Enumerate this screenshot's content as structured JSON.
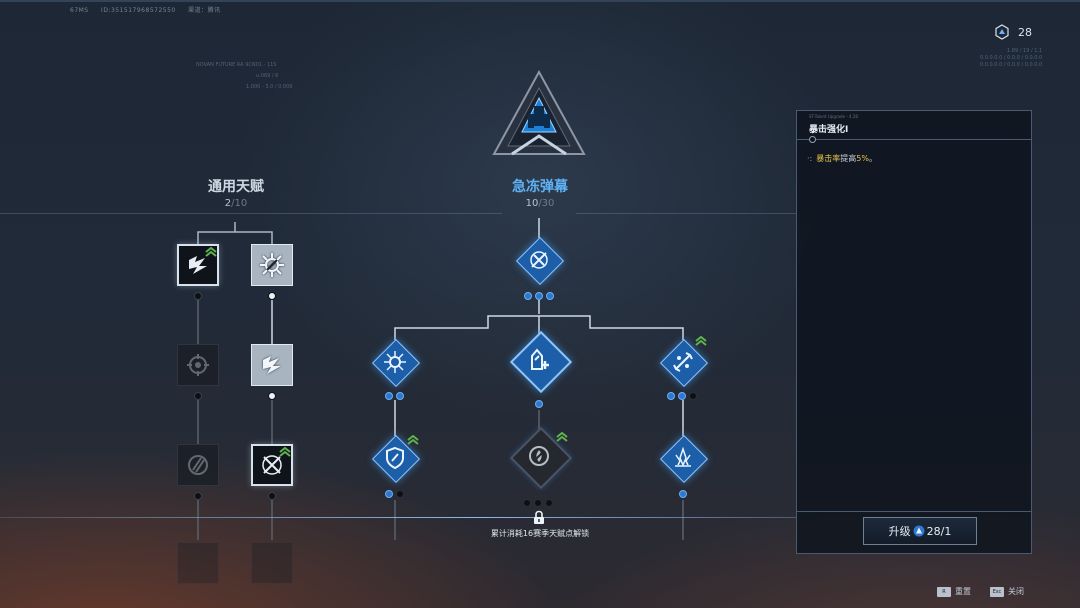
{
  "header": {
    "fps": "67MS",
    "player_id": "ID:351517968572550",
    "server": "渠道：腾讯"
  },
  "currency": {
    "icon": "talent-point-icon",
    "value": "28"
  },
  "branches": [
    {
      "title": "通用天赋",
      "current": "2",
      "total": "/10"
    },
    {
      "title": "急冻弹幕",
      "current": "10",
      "total": "/30"
    }
  ],
  "deco": {
    "left_a": "NOVAN FUTURE RA 9CN01 - 11S",
    "left_b": "u.069 / 6",
    "left_c": "1.000 - 3.0 / 0.009",
    "right_a": "1.89 / 19 / 1.1",
    "right_b": "0.0.0.0.0 / 0.0.0 / 0.0.0.0"
  },
  "unlock_hint": "累计消耗16赛季天赋点解锁",
  "detail_panel": {
    "tag": "ST-Talent Upgrade - 4.28",
    "title": "暴击强化I",
    "desc_prefix": "·:",
    "desc_pre": "",
    "desc_hl1": "暴击率",
    "desc_mid": "提高",
    "desc_hl2": "5%",
    "desc_post": "。",
    "upgrade_label": "升级",
    "upgrade_cost": "28/1"
  },
  "footer": {
    "reset_key": "R",
    "reset_label": "重置",
    "close_key": "Esc",
    "close_label": "关闭"
  },
  "colors": {
    "accent_blue": "#2f78d0",
    "highlight_yellow": "#e8c24a",
    "upgrade_green": "#5fb34c"
  }
}
